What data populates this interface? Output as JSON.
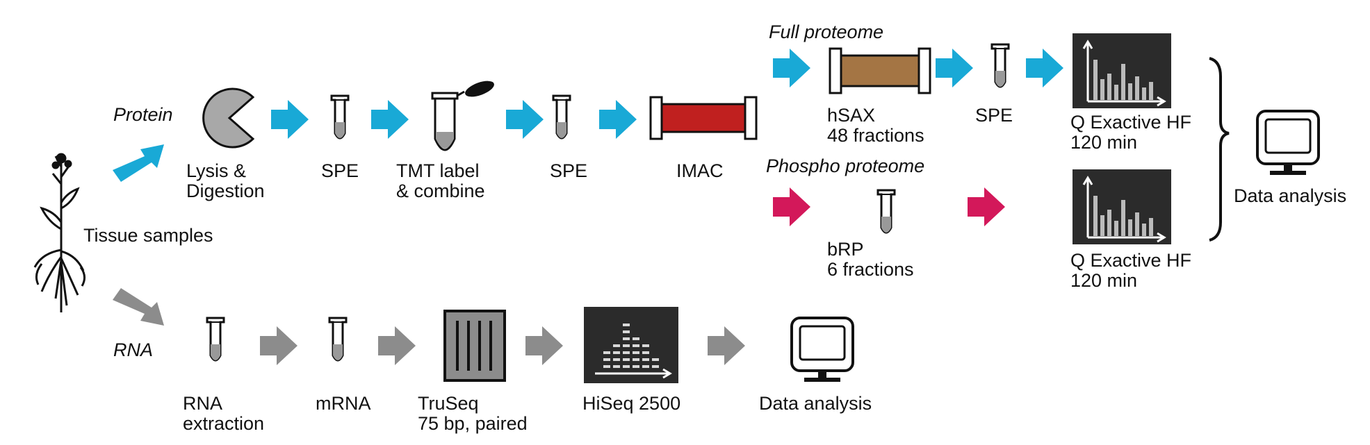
{
  "labels": {
    "tissue": "Tissue samples",
    "protein": "Protein",
    "rna": "RNA",
    "lysis_1": "Lysis &",
    "lysis_2": "Digestion",
    "spe1": "SPE",
    "tmt_1": "TMT label",
    "tmt_2": "& combine",
    "spe2": "SPE",
    "imac": "IMAC",
    "full_proteome": "Full proteome",
    "phospho_proteome": "Phospho proteome",
    "hsax_1": "hSAX",
    "hsax_2": "48 fractions",
    "spe3": "SPE",
    "brp_1": "bRP",
    "brp_2": "6 fractions",
    "qe1_1": "Q Exactive HF",
    "qe1_2": "120 min",
    "qe2_1": "Q Exactive HF",
    "qe2_2": "120 min",
    "data_analysis_protein": "Data analysis",
    "rna_extraction_1": "RNA",
    "rna_extraction_2": "extraction",
    "mrna": "mRNA",
    "truseq_1": "TruSeq",
    "truseq_2": "75 bp, paired",
    "hiseq": "HiSeq 2500",
    "data_analysis_rna": "Data analysis"
  },
  "colors": {
    "protein_arrow": "#19a9d6",
    "rna_arrow": "#8c8c8c",
    "phospho_arrow": "#d3185a",
    "imac_column": "#c0201f",
    "hsax_column": "#a47544",
    "instrument_bg": "#2b2b2b",
    "pacman": "#a8a8a8"
  }
}
